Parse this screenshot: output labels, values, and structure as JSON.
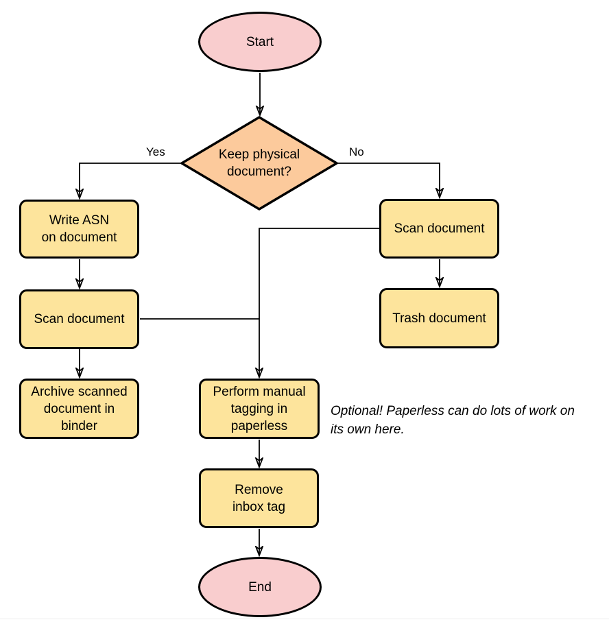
{
  "diagram": {
    "type": "flowchart",
    "background": "#ffffff",
    "colors": {
      "terminator_fill": "#f9cdce",
      "decision_fill": "#fcca9c",
      "process_fill": "#fde49c",
      "stroke": "#000000"
    },
    "nodes": {
      "start": {
        "type": "terminator",
        "label": "Start"
      },
      "keep_physical": {
        "type": "decision",
        "label": "Keep physical\ndocument?"
      },
      "write_asn": {
        "type": "process",
        "label": "Write ASN\non document"
      },
      "scan_document_left": {
        "type": "process",
        "label": "Scan document"
      },
      "archive_scanned": {
        "type": "process",
        "label": "Archive scanned\ndocument in\nbinder"
      },
      "scan_document_right": {
        "type": "process",
        "label": "Scan document"
      },
      "trash_document": {
        "type": "process",
        "label": "Trash document"
      },
      "manual_tagging": {
        "type": "process",
        "label": "Perform manual\ntagging in\npaperless"
      },
      "remove_inbox_tag": {
        "type": "process",
        "label": "Remove\ninbox tag"
      },
      "end": {
        "type": "terminator",
        "label": "End"
      }
    },
    "edge_labels": {
      "yes": "Yes",
      "no": "No"
    },
    "note": {
      "text": "Optional! Paperless can do lots of work on\nits own here."
    }
  }
}
